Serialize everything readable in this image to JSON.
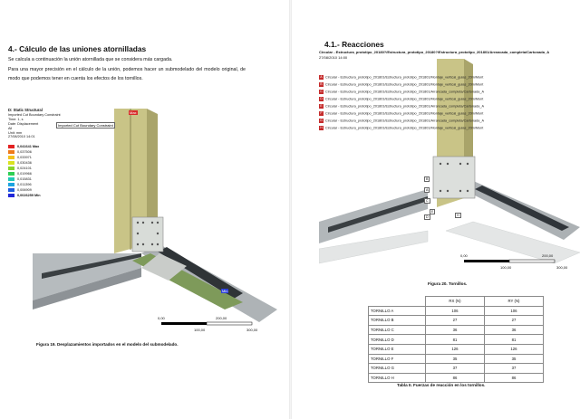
{
  "left": {
    "heading": "4.- Cálculo de las uniones atornilladas",
    "intro": "Se calcula a continuación la unión atornillada que se considera más cargada.",
    "desc": "Para una mayor precisión en el cálculo de la unión, podemos hacer un submodelado del modelo original, de modo que podemos tener en cuenta los efectos de los tornillos.",
    "legend": {
      "lines": [
        "D: Static Structural",
        "Imported Cut Boundary Constraint",
        "Time: 1, s",
        "Date: Displacement",
        "All",
        "Unit: mm",
        "27/08/2010 14:01"
      ],
      "scale": [
        {
          "label": "0,041641 Max",
          "color": "#e32222"
        },
        {
          "label": "0,037506",
          "color": "#ef7a1a"
        },
        {
          "label": "0,033971",
          "color": "#f3c21d"
        },
        {
          "label": "0,030436",
          "color": "#d9e21f"
        },
        {
          "label": "0,024101",
          "color": "#8ad52a"
        },
        {
          "label": "0,019966",
          "color": "#2fcf55"
        },
        {
          "label": "0,015831",
          "color": "#1fc9b6"
        },
        {
          "label": "0,011396",
          "color": "#1ea4e0"
        },
        {
          "label": "0,006909",
          "color": "#1f5fe0"
        },
        {
          "label": "0,0026259 Min",
          "color": "#2228d9"
        }
      ]
    },
    "tags": {
      "max": "Max",
      "min": "Min",
      "constraint": "Imported Cut Boundary Constraint"
    },
    "scale_labels": [
      "0,00",
      "200,00",
      "100,00",
      "300,00"
    ],
    "caption": "Figura 19. Desplazamientos importados en el modelo del submodelado."
  },
  "right": {
    "heading": "4.1.- Reacciones",
    "fig_title": "Circular - Estructura_prototipo_20180?/Estructura_prototipo_20180?/Estructura_prototipo_201801/Arrancada_completa/Cartonada_A",
    "fig_date": "27/08/2010 14:00",
    "reaction_rows": [
      {
        "id": "A",
        "text": "Circular - Estructura_prototipo_201801/Estructura_prototipo_201801/Montaje_vertical_guias_20m/Mont"
      },
      {
        "id": "B",
        "text": "Circular - Estructura_prototipo_201801/Estructura_prototipo_201801/Montaje_vertical_guias_20m/Mont"
      },
      {
        "id": "C",
        "text": "Circular - Estructura_prototipo_201801/Estructura_prototipo_201801/Arrancada_completa/Cartonada_A"
      },
      {
        "id": "D",
        "text": "Circular - Estructura_prototipo_201801/Estructura_prototipo_201801/Montaje_vertical_guias_20m/Mont"
      },
      {
        "id": "E",
        "text": "Circular - Estructura_prototipo_201801/Estructura_prototipo_201801/Arrancada_completa/Cartonada_A"
      },
      {
        "id": "F",
        "text": "Circular - Estructura_prototipo_201801/Estructura_prototipo_201801/Montaje_vertical_guias_20m/Mont"
      },
      {
        "id": "G",
        "text": "Circular - Estructura_prototipo_201801/Estructura_prototipo_201801/Arrancada_completa/Cartonada_A"
      },
      {
        "id": "H",
        "text": "Circular - Estructura_prototipo_201801/Estructura_prototipo_201801/Montaje_vertical_guias_20m/Mont"
      }
    ],
    "point_tags": [
      "B",
      "A",
      "C",
      "E",
      "D",
      "H"
    ],
    "scale_labels": [
      "0,00",
      "200,00",
      "100,00",
      "300,00"
    ],
    "caption": "Figura 20. Tornillos.",
    "table": {
      "headers": [
        "RX (N)",
        "RY (N)"
      ],
      "rows": [
        {
          "label": "TORNILLO A",
          "rx": "106",
          "ry": "106"
        },
        {
          "label": "TORNILLO B",
          "rx": "27",
          "ry": "27"
        },
        {
          "label": "TORNILLO C",
          "rx": "36",
          "ry": "36"
        },
        {
          "label": "TORNILLO D",
          "rx": "81",
          "ry": "81"
        },
        {
          "label": "TORNILLO E",
          "rx": "126",
          "ry": "126"
        },
        {
          "label": "TORNILLO F",
          "rx": "35",
          "ry": "35"
        },
        {
          "label": "TORNILLO G",
          "rx": "37",
          "ry": "37"
        },
        {
          "label": "TORNILLO H",
          "rx": "86",
          "ry": "86"
        }
      ],
      "caption": "Tabla II. Fuerzas de reacción en los tornillos."
    }
  },
  "colors": {
    "column": "#c9c487",
    "beam": "#9ea4a8",
    "beam_dark": "#3a3f42",
    "green_beam": "#7e9a5a",
    "plate": "#d8dcd8",
    "max_tag": "#d82b2b",
    "min_tag": "#2b3fd8"
  }
}
